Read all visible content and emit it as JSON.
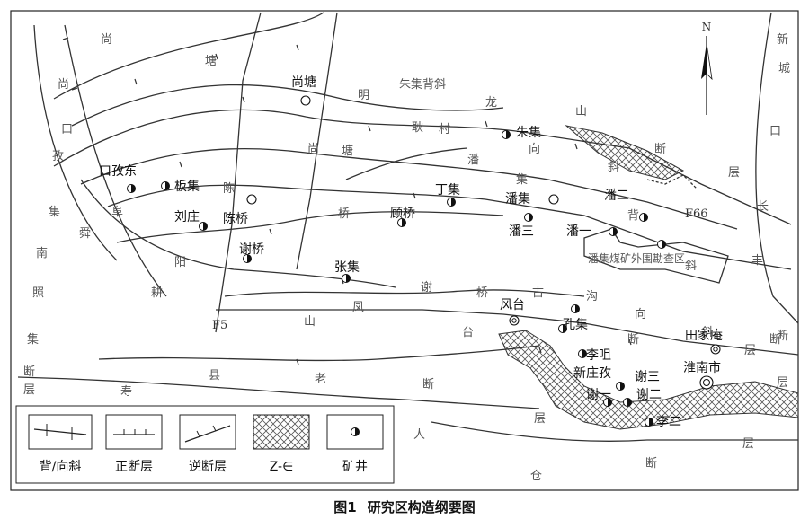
{
  "north_label": "N",
  "caption": {
    "figure": "图1",
    "title": "研究区构造纲要图"
  },
  "structure_labels": {
    "zhuji_anticline": "朱集背斜",
    "f66": "F66",
    "f5": "F5",
    "panji_area": "潘集煤矿外围勘查区"
  },
  "vertical_fault_labels": {
    "shangtang": [
      "尚",
      "口",
      "孜",
      "集",
      "南",
      "照",
      "集",
      "断",
      "层"
    ],
    "xincheng": [
      "新",
      "城",
      "口",
      "长",
      "丰",
      "断",
      "层"
    ]
  },
  "region_chars": [
    {
      "id": "s1",
      "text": "尚"
    },
    {
      "id": "s2",
      "text": "塘"
    },
    {
      "id": "s3",
      "text": "明"
    },
    {
      "id": "s4",
      "text": "龙"
    },
    {
      "id": "s5",
      "text": "山"
    },
    {
      "id": "s6",
      "text": "断"
    },
    {
      "id": "s7",
      "text": "层"
    },
    {
      "id": "s8",
      "text": "耿"
    },
    {
      "id": "s9",
      "text": "村"
    },
    {
      "id": "s10",
      "text": "向"
    },
    {
      "id": "s11",
      "text": "斜"
    },
    {
      "id": "s12",
      "text": "尚"
    },
    {
      "id": "s13",
      "text": "塘"
    },
    {
      "id": "s14",
      "text": "潘"
    },
    {
      "id": "s15",
      "text": "集"
    },
    {
      "id": "s16",
      "text": "背"
    },
    {
      "id": "s17",
      "text": "斜"
    },
    {
      "id": "s18",
      "text": "陈"
    },
    {
      "id": "s19",
      "text": "桥"
    },
    {
      "id": "s20",
      "text": "阜"
    },
    {
      "id": "s21",
      "text": "阳"
    },
    {
      "id": "s22",
      "text": "耕"
    },
    {
      "id": "s23",
      "text": "舜"
    },
    {
      "id": "s24",
      "text": "谢"
    },
    {
      "id": "s25",
      "text": "桥"
    },
    {
      "id": "s26",
      "text": "古"
    },
    {
      "id": "s27",
      "text": "沟"
    },
    {
      "id": "s28",
      "text": "向"
    },
    {
      "id": "s29",
      "text": "斜"
    },
    {
      "id": "s30",
      "text": "山"
    },
    {
      "id": "s31",
      "text": "凤"
    },
    {
      "id": "s32",
      "text": "台"
    },
    {
      "id": "s33",
      "text": "断"
    },
    {
      "id": "s34",
      "text": "层"
    },
    {
      "id": "s35",
      "text": "县"
    },
    {
      "id": "s36",
      "text": "寿"
    },
    {
      "id": "s37",
      "text": "老"
    },
    {
      "id": "s38",
      "text": "人"
    },
    {
      "id": "s39",
      "text": "断"
    },
    {
      "id": "s40",
      "text": "层"
    },
    {
      "id": "s41",
      "text": "仓"
    },
    {
      "id": "s42",
      "text": "断"
    },
    {
      "id": "s43",
      "text": "层"
    },
    {
      "id": "s44",
      "text": "断"
    }
  ],
  "mines": [
    {
      "id": "m1",
      "name": "口孜东"
    },
    {
      "id": "m2",
      "name": "板集"
    },
    {
      "id": "m3",
      "name": "刘庄"
    },
    {
      "id": "m4",
      "name": "谢桥"
    },
    {
      "id": "m5",
      "name": "张集"
    },
    {
      "id": "m6",
      "name": "顾桥"
    },
    {
      "id": "m7",
      "name": "丁集"
    },
    {
      "id": "m8",
      "name": "朱集"
    },
    {
      "id": "m9",
      "name": "潘三"
    },
    {
      "id": "m10",
      "name": "潘二"
    },
    {
      "id": "m11",
      "name": "潘一"
    },
    {
      "id": "m12",
      "name": "孔集"
    },
    {
      "id": "m13",
      "name": "李咀"
    },
    {
      "id": "m14",
      "name": "谢三"
    },
    {
      "id": "m15",
      "name": "谢二"
    },
    {
      "id": "m16",
      "name": "谢一"
    },
    {
      "id": "m17",
      "name": "李二"
    },
    {
      "id": "m18",
      "name": "新庄孜"
    },
    {
      "id": "m19",
      "name": "潘集煤矿"
    }
  ],
  "towns": [
    {
      "id": "t1",
      "name": "尚塘"
    },
    {
      "id": "t2",
      "name": "陈桥"
    },
    {
      "id": "t3",
      "name": "潘集"
    },
    {
      "id": "t4",
      "name": "风台"
    },
    {
      "id": "t5",
      "name": "田家庵"
    },
    {
      "id": "t6",
      "name": "淮南市"
    }
  ],
  "legend": [
    {
      "id": "anticline-syncline",
      "label": "背/向斜"
    },
    {
      "id": "normal-fault",
      "label": "正断层"
    },
    {
      "id": "reverse-fault",
      "label": "逆断层"
    },
    {
      "id": "strata",
      "label": "Z-∈"
    },
    {
      "id": "mine",
      "label": "矿井"
    }
  ]
}
